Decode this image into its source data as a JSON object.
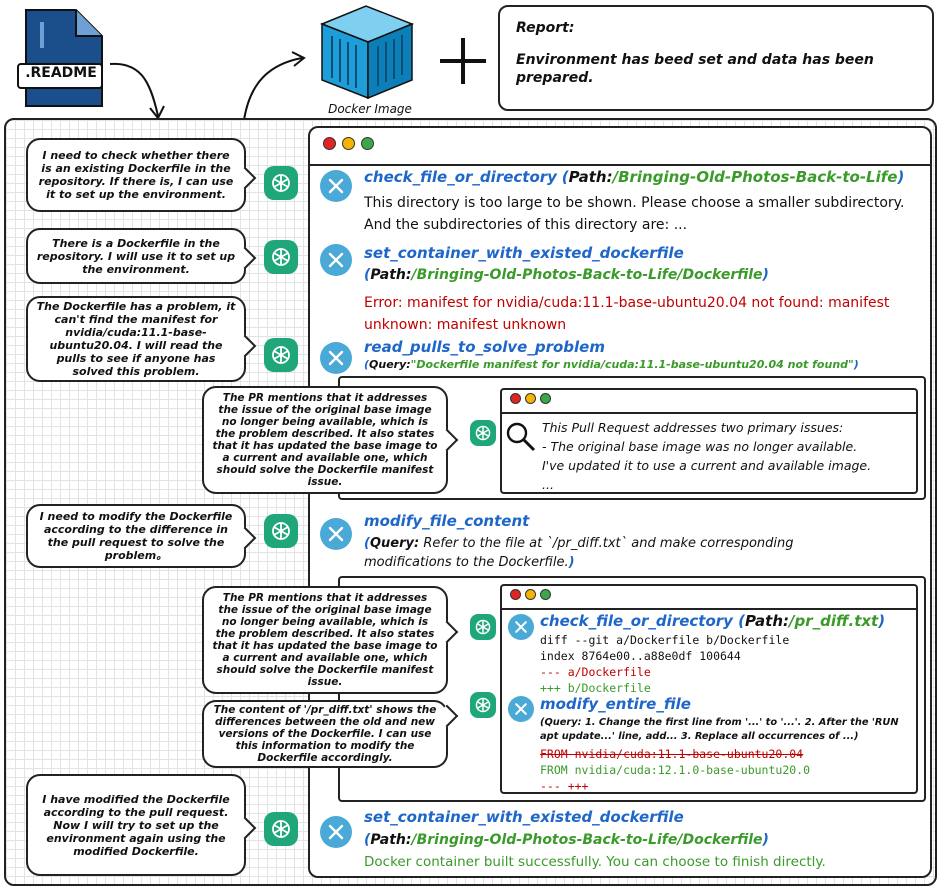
{
  "readme": {
    "label": ".README"
  },
  "docker": {
    "label": "Docker Image"
  },
  "report": {
    "title": "Report:",
    "body": "Environment has beed set and data has been prepared."
  },
  "steps": [
    {
      "thought": "I need to check whether there is an existing Dockerfile in the repository. If there is, I can use it to set up the environment.",
      "fn": "check_file_or_directory",
      "arg_label": "Path:",
      "arg_value": "/Bringing-Old-Photos-Back-to-Life",
      "output": "This directory is too large to be shown. Please choose a smaller subdirectory. And the subdirectories of this directory are: ..."
    },
    {
      "thought": "There is a Dockerfile in the repository. I will use it to set up the environment.",
      "fn": "set_container_with_existed_dockerfile",
      "arg_label": "Path:",
      "arg_value": "/Bringing-Old-Photos-Back-to-Life/Dockerfile",
      "output": "Error: manifest for nvidia/cuda:11.1-base-ubuntu20.04 not found: manifest unknown: manifest unknown"
    },
    {
      "thought": "The Dockerfile has a problem, it can't find the manifest for nvidia/cuda:11.1-base-ubuntu20.04. I will read the pulls to see if anyone has solved this problem.",
      "fn": "read_pulls_to_solve_problem",
      "arg_label": "Query:",
      "arg_value": "\"Dockerfile manifest for nvidia/cuda:11.1-base-ubuntu20.04 not found\""
    },
    {
      "thought": "I need to modify the Dockerfile according to the difference in the pull request to solve the problem。",
      "fn": "modify_file_content",
      "arg_label": "Query:",
      "arg_value": "Refer to the file at `/pr_diff.txt` and make corresponding modifications to the Dockerfile."
    },
    {
      "thought": "I have modified the Dockerfile according to the pull request. Now I will try to set up the environment again using the modified Dockerfile.",
      "fn": "set_container_with_existed_dockerfile",
      "arg_label": "Path:",
      "arg_value": "/Bringing-Old-Photos-Back-to-Life/Dockerfile",
      "output": "Docker container built successfully. You can choose to finish directly."
    }
  ],
  "pr_sub": {
    "thought": "The PR mentions that it addresses the issue of the original base image no longer being available, which is the problem described. It also states that it has updated the base image to a current and available one, which should solve the Dockerfile manifest issue.",
    "line1": "This Pull Request addresses two primary issues:",
    "line2": "- The original base image was no longer available.",
    "line3": "I've updated it to use a current and available image.",
    "line4": "..."
  },
  "mod_sub": {
    "thought1": "The PR mentions that it addresses the issue of the original base image no longer being available, which is the problem described. It also states that it has updated the base image to a current and available one, which should solve the Dockerfile manifest issue.",
    "thought2": "The content of '/pr_diff.txt' shows the differences between the old and new versions of the Dockerfile. I can use this information to modify the Dockerfile accordingly.",
    "fn1": "check_file_or_directory",
    "arg1_label": "Path:",
    "arg1_value": "/pr_diff.txt",
    "diff": [
      "diff --git a/Dockerfile b/Dockerfile",
      "index 8764e00..a88e0df 100644",
      "--- a/Dockerfile",
      "+++ b/Dockerfile"
    ],
    "fn2": "modify_entire_file",
    "arg2": "(Query: 1. Change the first line from '...' to '...'. 2. After the 'RUN apt update...' line, add... 3. Replace all occurrences of ...)",
    "old_line": "FROM nvidia/cuda:11.1-base-ubuntu20.04",
    "new_line": "FROM nvidia/cuda:12.1.0-base-ubuntu20.0",
    "tail": "--- +++"
  },
  "colors": {
    "fn": "#1e66c8",
    "arg": "#3a9a2a",
    "error": "#c00000",
    "gpt": "#1fa67a",
    "tool": "#4aa9d6"
  }
}
